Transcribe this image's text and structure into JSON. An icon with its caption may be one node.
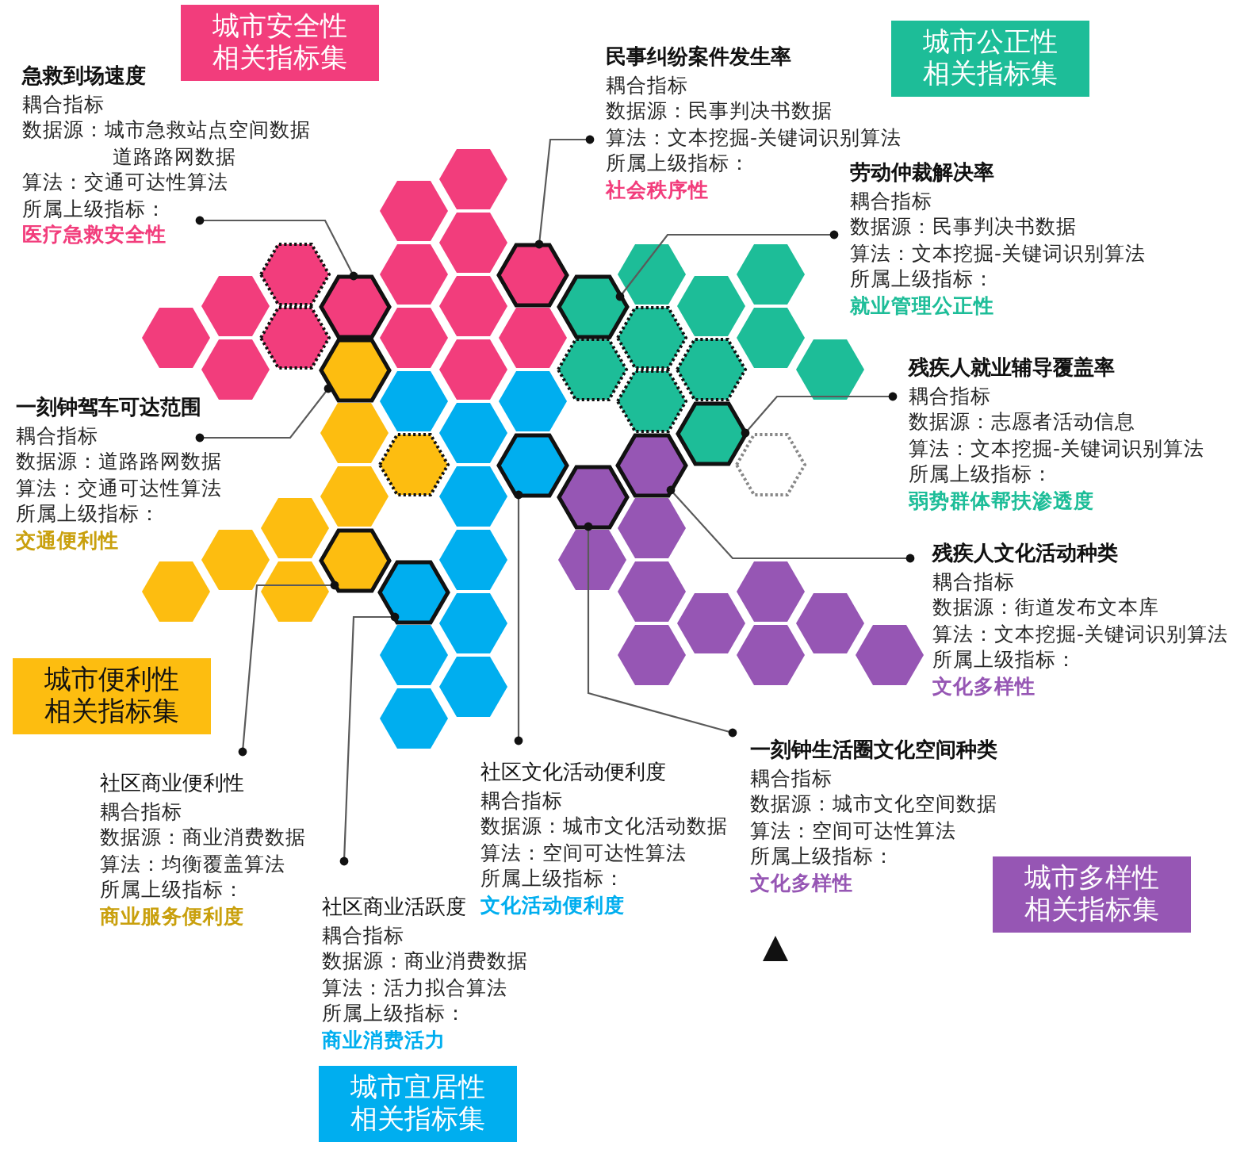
{
  "diagram": {
    "nodes": [
      {
        "text": [
          "城市安全性相关指标集"
        ]
      },
      {
        "text": [
          "急救到场速度",
          "耦合指标",
          "数据源：城市急救站点空间数据",
          "道路路网数据",
          "算法：交通可达性算法",
          "所属上级指标：",
          "医疗急救安全性"
        ]
      },
      {
        "text": [
          "民事纠纷案件发生率",
          "耦合指标",
          "数据源：民事判决书数据",
          "算法：文本挖掘-关键词识别算法",
          "所属上级指标：",
          "社会秩序性"
        ]
      },
      {
        "text": [
          "城市公正性相关指标集"
        ]
      },
      {
        "text": [
          "劳动仲裁解决率",
          "耦合指标",
          "数据源：民事判决书数据",
          "算法：文本挖掘-关键词识别算法",
          "所属上级指标：",
          "就业管理公正性"
        ]
      },
      {
        "text": [
          "残疾人就业辅导覆盖率",
          "耦合指标",
          "数据源：志愿者活动信息",
          "算法：文本挖掘-关键词识别算法",
          "所属上级指标：",
          "弱势群体帮扶渗透度"
        ]
      },
      {
        "text": [
          "一刻钟驾车可达范围",
          "耦合指标",
          "数据源：道路路网数据",
          "算法：交通可达性算法",
          "所属上级指标：",
          "交通便利性"
        ]
      },
      {
        "text": [
          "残疾人文化活动种类",
          "耦合指标",
          "数据源：街道发布文本库",
          "算法：文本挖掘-关键词识别算法",
          "所属上级指标：",
          "文化多样性"
        ]
      },
      {
        "text": [
          "城市便利性相关指标集"
        ]
      },
      {
        "text": [
          "一刻钟生活圈文化空间种类",
          "耦合指标",
          "数据源：城市文化空间数据",
          "算法：空间可达性算法",
          "所属上级指标：",
          "文化多样性"
        ]
      },
      {
        "text": [
          "社区商业便利性",
          "耦合指标",
          "数据源：商业消费数据",
          "算法：均衡覆盖算法",
          "所属上级指标：",
          "商业服务便利度"
        ]
      },
      {
        "text": [
          "社区文化活动便利度",
          "耦合指标",
          "数据源：城市文化活动数据",
          "算法：空间可达性算法",
          "所属上级指标：",
          "文化活动便利度"
        ]
      },
      {
        "text": [
          "社区商业活跃度",
          "耦合指标",
          "数据源：商业消费数据",
          "算法：活力拟合算法",
          "所属上级指标：",
          "商业消费活力"
        ]
      },
      {
        "text": [
          "城市多样性相关指标集"
        ]
      },
      {
        "text": [
          "城市宜居性相关指标集"
        ]
      },
      {
        "text": [],
        "shape": "hexagon"
      },
      {
        "text": [],
        "shape": "hexagon"
      },
      {
        "text": [],
        "shape": "hexagon"
      },
      {
        "text": [],
        "shape": "hexagon"
      },
      {
        "text": [],
        "shape": "hexagon"
      },
      {
        "text": [],
        "shape": "hexagon"
      },
      {
        "text": [],
        "shape": "hexagon"
      },
      {
        "text": [],
        "shape": "hexagon"
      },
      {
        "text": [],
        "shape": "hexagon"
      },
      {
        "text": [],
        "shape": "hexagon"
      }
    ],
    "edges": [
      {
        "from": 1,
        "to": 15,
        "arrow": "other"
      },
      {
        "from": 6,
        "to": 16,
        "arrow": "other"
      },
      {
        "from": 10,
        "to": 17,
        "arrow": "other"
      },
      {
        "from": 12,
        "to": 18,
        "arrow": "other"
      },
      {
        "from": 2,
        "to": 19,
        "arrow": "other"
      },
      {
        "from": 11,
        "to": 20,
        "arrow": "other"
      },
      {
        "from": 4,
        "to": 21,
        "arrow": "other"
      },
      {
        "from": 9,
        "to": 22,
        "arrow": "other"
      },
      {
        "from": 7,
        "to": 23,
        "arrow": "other"
      },
      {
        "from": 5,
        "to": 24,
        "arrow": "other"
      }
    ]
  }
}
